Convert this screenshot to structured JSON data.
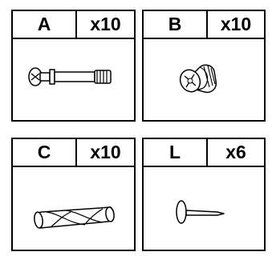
{
  "parts": [
    {
      "letter": "A",
      "quantity": "x10",
      "icon": "cam-bolt-icon"
    },
    {
      "letter": "B",
      "quantity": "x10",
      "icon": "cam-lock-icon"
    },
    {
      "letter": "C",
      "quantity": "x10",
      "icon": "wooden-dowel-icon"
    },
    {
      "letter": "L",
      "quantity": "x6",
      "icon": "nail-icon"
    }
  ]
}
